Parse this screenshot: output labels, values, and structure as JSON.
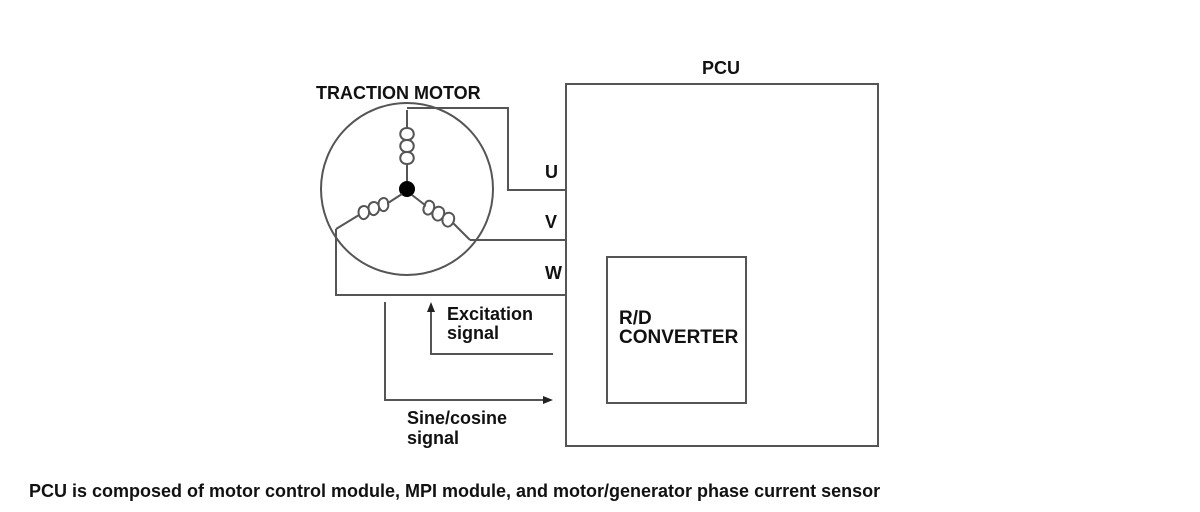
{
  "diagram": {
    "motor_title": "TRACTION MOTOR",
    "pcu_title": "PCU",
    "phase_u": "U",
    "phase_v": "V",
    "phase_w": "W",
    "rd_converter_line1": "R/D",
    "rd_converter_line2": "CONVERTER",
    "excitation_line1": "Excitation",
    "excitation_line2": "signal",
    "sine_line1": "Sine/cosine",
    "sine_line2": "signal"
  },
  "caption": "PCU is composed of motor control module, MPI module, and motor/generator phase current sensor",
  "colors": {
    "line": "#555555",
    "text": "#111111"
  }
}
